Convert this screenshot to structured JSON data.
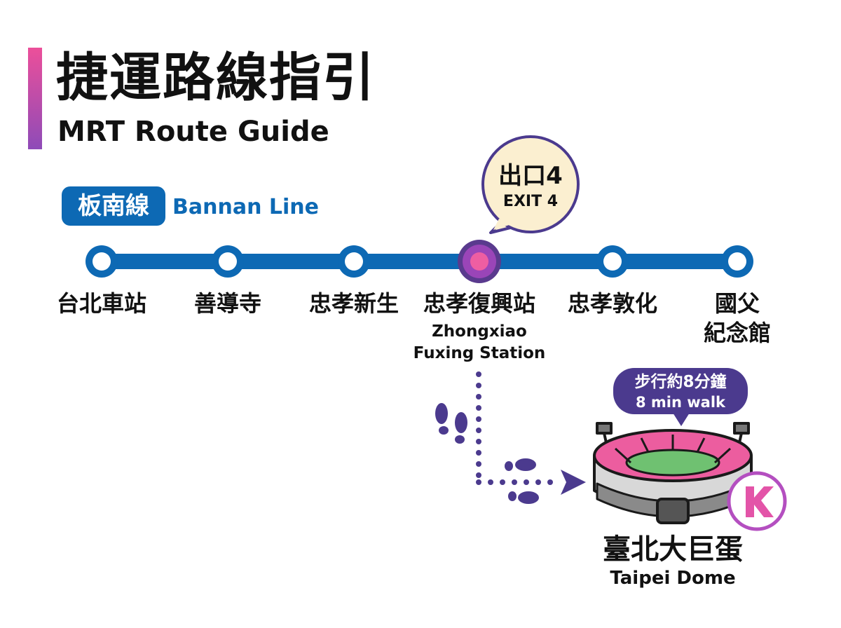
{
  "header": {
    "title": "捷運路線指引",
    "subtitle": "MRT Route Guide"
  },
  "line": {
    "badge": "板南線",
    "name_en": "Bannan Line",
    "color": "#0d69b4"
  },
  "stations": [
    {
      "zh": "台北車站"
    },
    {
      "zh": "善導寺"
    },
    {
      "zh": "忠孝新生"
    },
    {
      "zh": "忠孝復興站",
      "en_line1": "Zhongxiao",
      "en_line2": "Fuxing Station",
      "current": true
    },
    {
      "zh": "忠孝敦化"
    },
    {
      "zh": "國父",
      "zh_line2": "紀念館"
    }
  ],
  "exit_callout": {
    "zh": "出口4",
    "en": "EXIT 4"
  },
  "walk_callout": {
    "zh": "步行約8分鐘",
    "en": "8 min walk"
  },
  "destination": {
    "zh": "臺北大巨蛋",
    "en": "Taipei Dome",
    "logo_letter": "K"
  },
  "colors": {
    "accent_pink": "#ec4f9a",
    "accent_purple": "#4b3a8e",
    "callout_fill": "#fbefd0"
  }
}
